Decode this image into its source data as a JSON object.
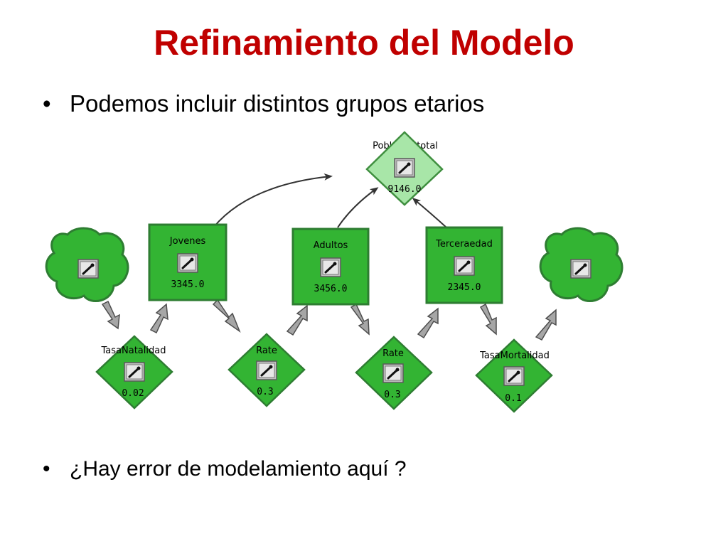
{
  "slide": {
    "title": "Refinamiento del Modelo",
    "bullet_1": "Podemos incluir distintos grupos etarios",
    "bullet_2": "¿Hay error de modelamiento aquí ?",
    "bullet_glyph": "•"
  },
  "diagram": {
    "nodes": {
      "poblaciontotal": {
        "label": "Poblaciontotal",
        "value": "9146.0",
        "kind": "variable"
      },
      "jovenes": {
        "label": "Jovenes",
        "value": "3345.0",
        "kind": "stock"
      },
      "adultos": {
        "label": "Adultos",
        "value": "3456.0",
        "kind": "stock"
      },
      "terceraedad": {
        "label": "Terceraedad",
        "value": "2345.0",
        "kind": "stock"
      },
      "tasanatalidad": {
        "label": "TasaNatalidad",
        "value": "0.02",
        "kind": "variable"
      },
      "rate1": {
        "label": "Rate",
        "value": "0.3",
        "kind": "variable"
      },
      "rate2": {
        "label": "Rate",
        "value": "0.3",
        "kind": "variable"
      },
      "tasamortalidad": {
        "label": "TasaMortalidad",
        "value": "0.1",
        "kind": "variable"
      },
      "source_cloud": {
        "kind": "cloud"
      },
      "sink_cloud": {
        "kind": "cloud"
      }
    },
    "colors": {
      "stock_fill": "#33b433",
      "variable_fill": "#33b433",
      "highlight_fill": "#a8e6a8",
      "border": "#2e7d32",
      "arrow": "#555555",
      "title": "#c00000"
    }
  }
}
